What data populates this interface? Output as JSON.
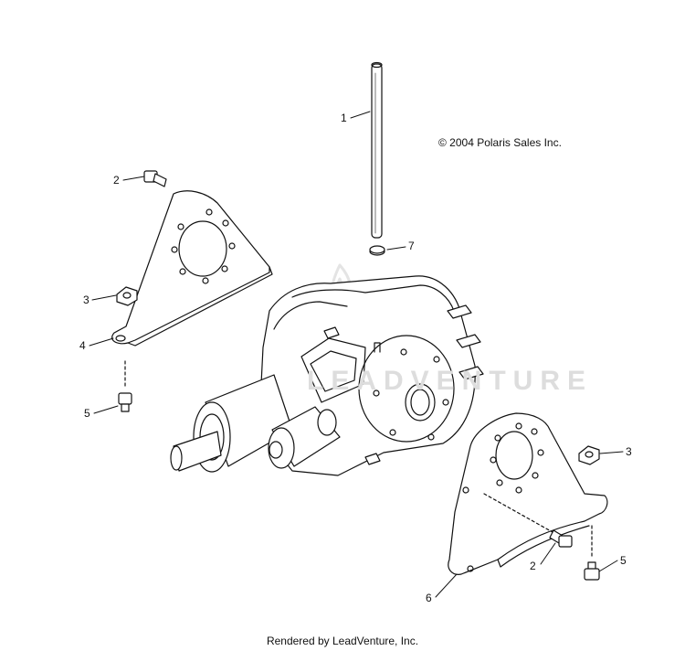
{
  "diagram": {
    "copyright": "© 2004 Polaris Sales Inc.",
    "footer": "Rendered by LeadVenture, Inc.",
    "watermark": "LEADVENTURE",
    "callouts": [
      {
        "id": "1",
        "label": "1"
      },
      {
        "id": "2a",
        "label": "2"
      },
      {
        "id": "3a",
        "label": "3"
      },
      {
        "id": "4",
        "label": "4"
      },
      {
        "id": "5a",
        "label": "5"
      },
      {
        "id": "7",
        "label": "7"
      },
      {
        "id": "3b",
        "label": "3"
      },
      {
        "id": "2b",
        "label": "2"
      },
      {
        "id": "5b",
        "label": "5"
      },
      {
        "id": "6",
        "label": "6"
      }
    ]
  }
}
